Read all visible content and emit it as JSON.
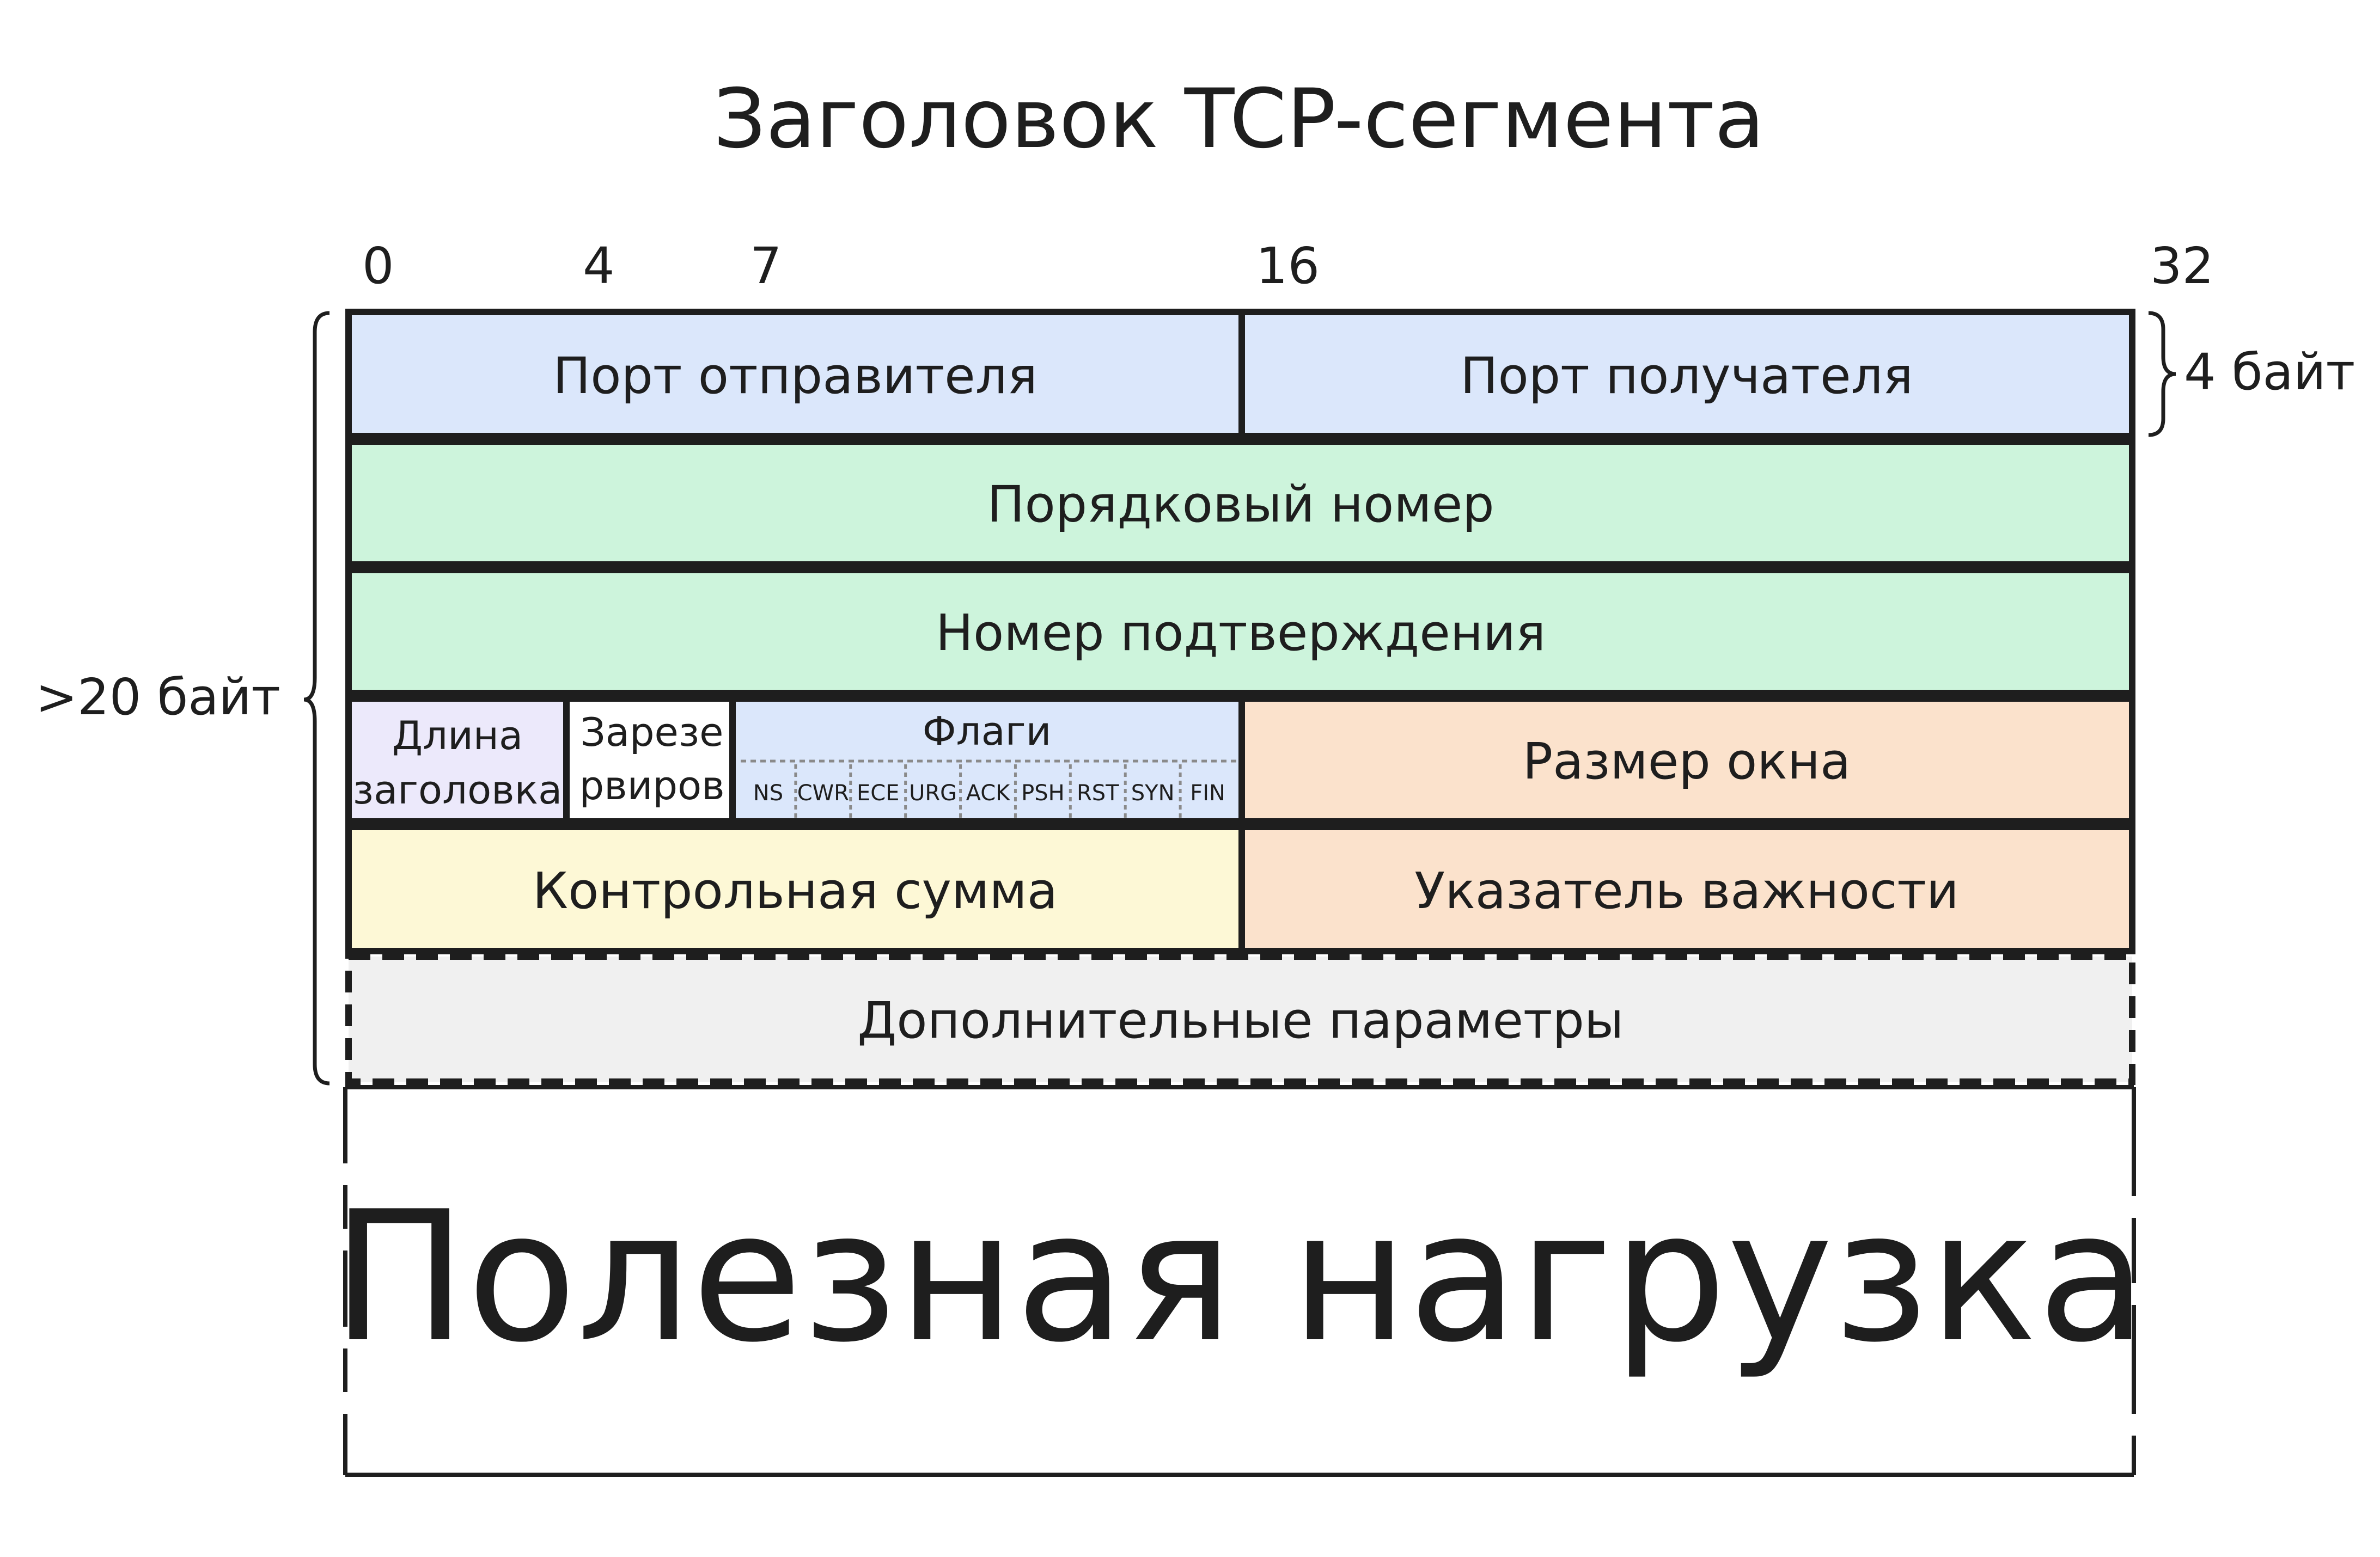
{
  "title": "Заголовок TCP-сегмента",
  "bit_labels": [
    "0",
    "4",
    "7",
    "16",
    "32"
  ],
  "fields": {
    "source_port": "Порт отправителя",
    "destination_port": "Порт получателя",
    "sequence_number": "Порядковый номер",
    "ack_number": "Номер подтверждения",
    "header_length_line1": "Длина",
    "header_length_line2": "заголовка",
    "reserved_line1": "Зарезе",
    "reserved_line2": "рвиров",
    "flags_title": "Флаги",
    "flags": [
      "NS",
      "CWR",
      "ECE",
      "URG",
      "ACK",
      "PSH",
      "RST",
      "SYN",
      "FIN"
    ],
    "window_size": "Размер окна",
    "checksum": "Контрольная сумма",
    "urgent_pointer": "Указатель важности",
    "options": "Дополнительные параметры",
    "payload": "Полезная нагрузка"
  },
  "annotations": {
    "row_size": "4 байт",
    "header_size": ">20 байт"
  },
  "colors": {
    "ports": "#dbe7fb",
    "numbers": "#cdf4dc",
    "header_length": "#ece9fb",
    "reserved": "#ffffff",
    "window_urgent": "#fbe2cc",
    "checksum": "#fdf8d6",
    "options": "#f0f0f0",
    "stroke": "#1e1e1e"
  }
}
